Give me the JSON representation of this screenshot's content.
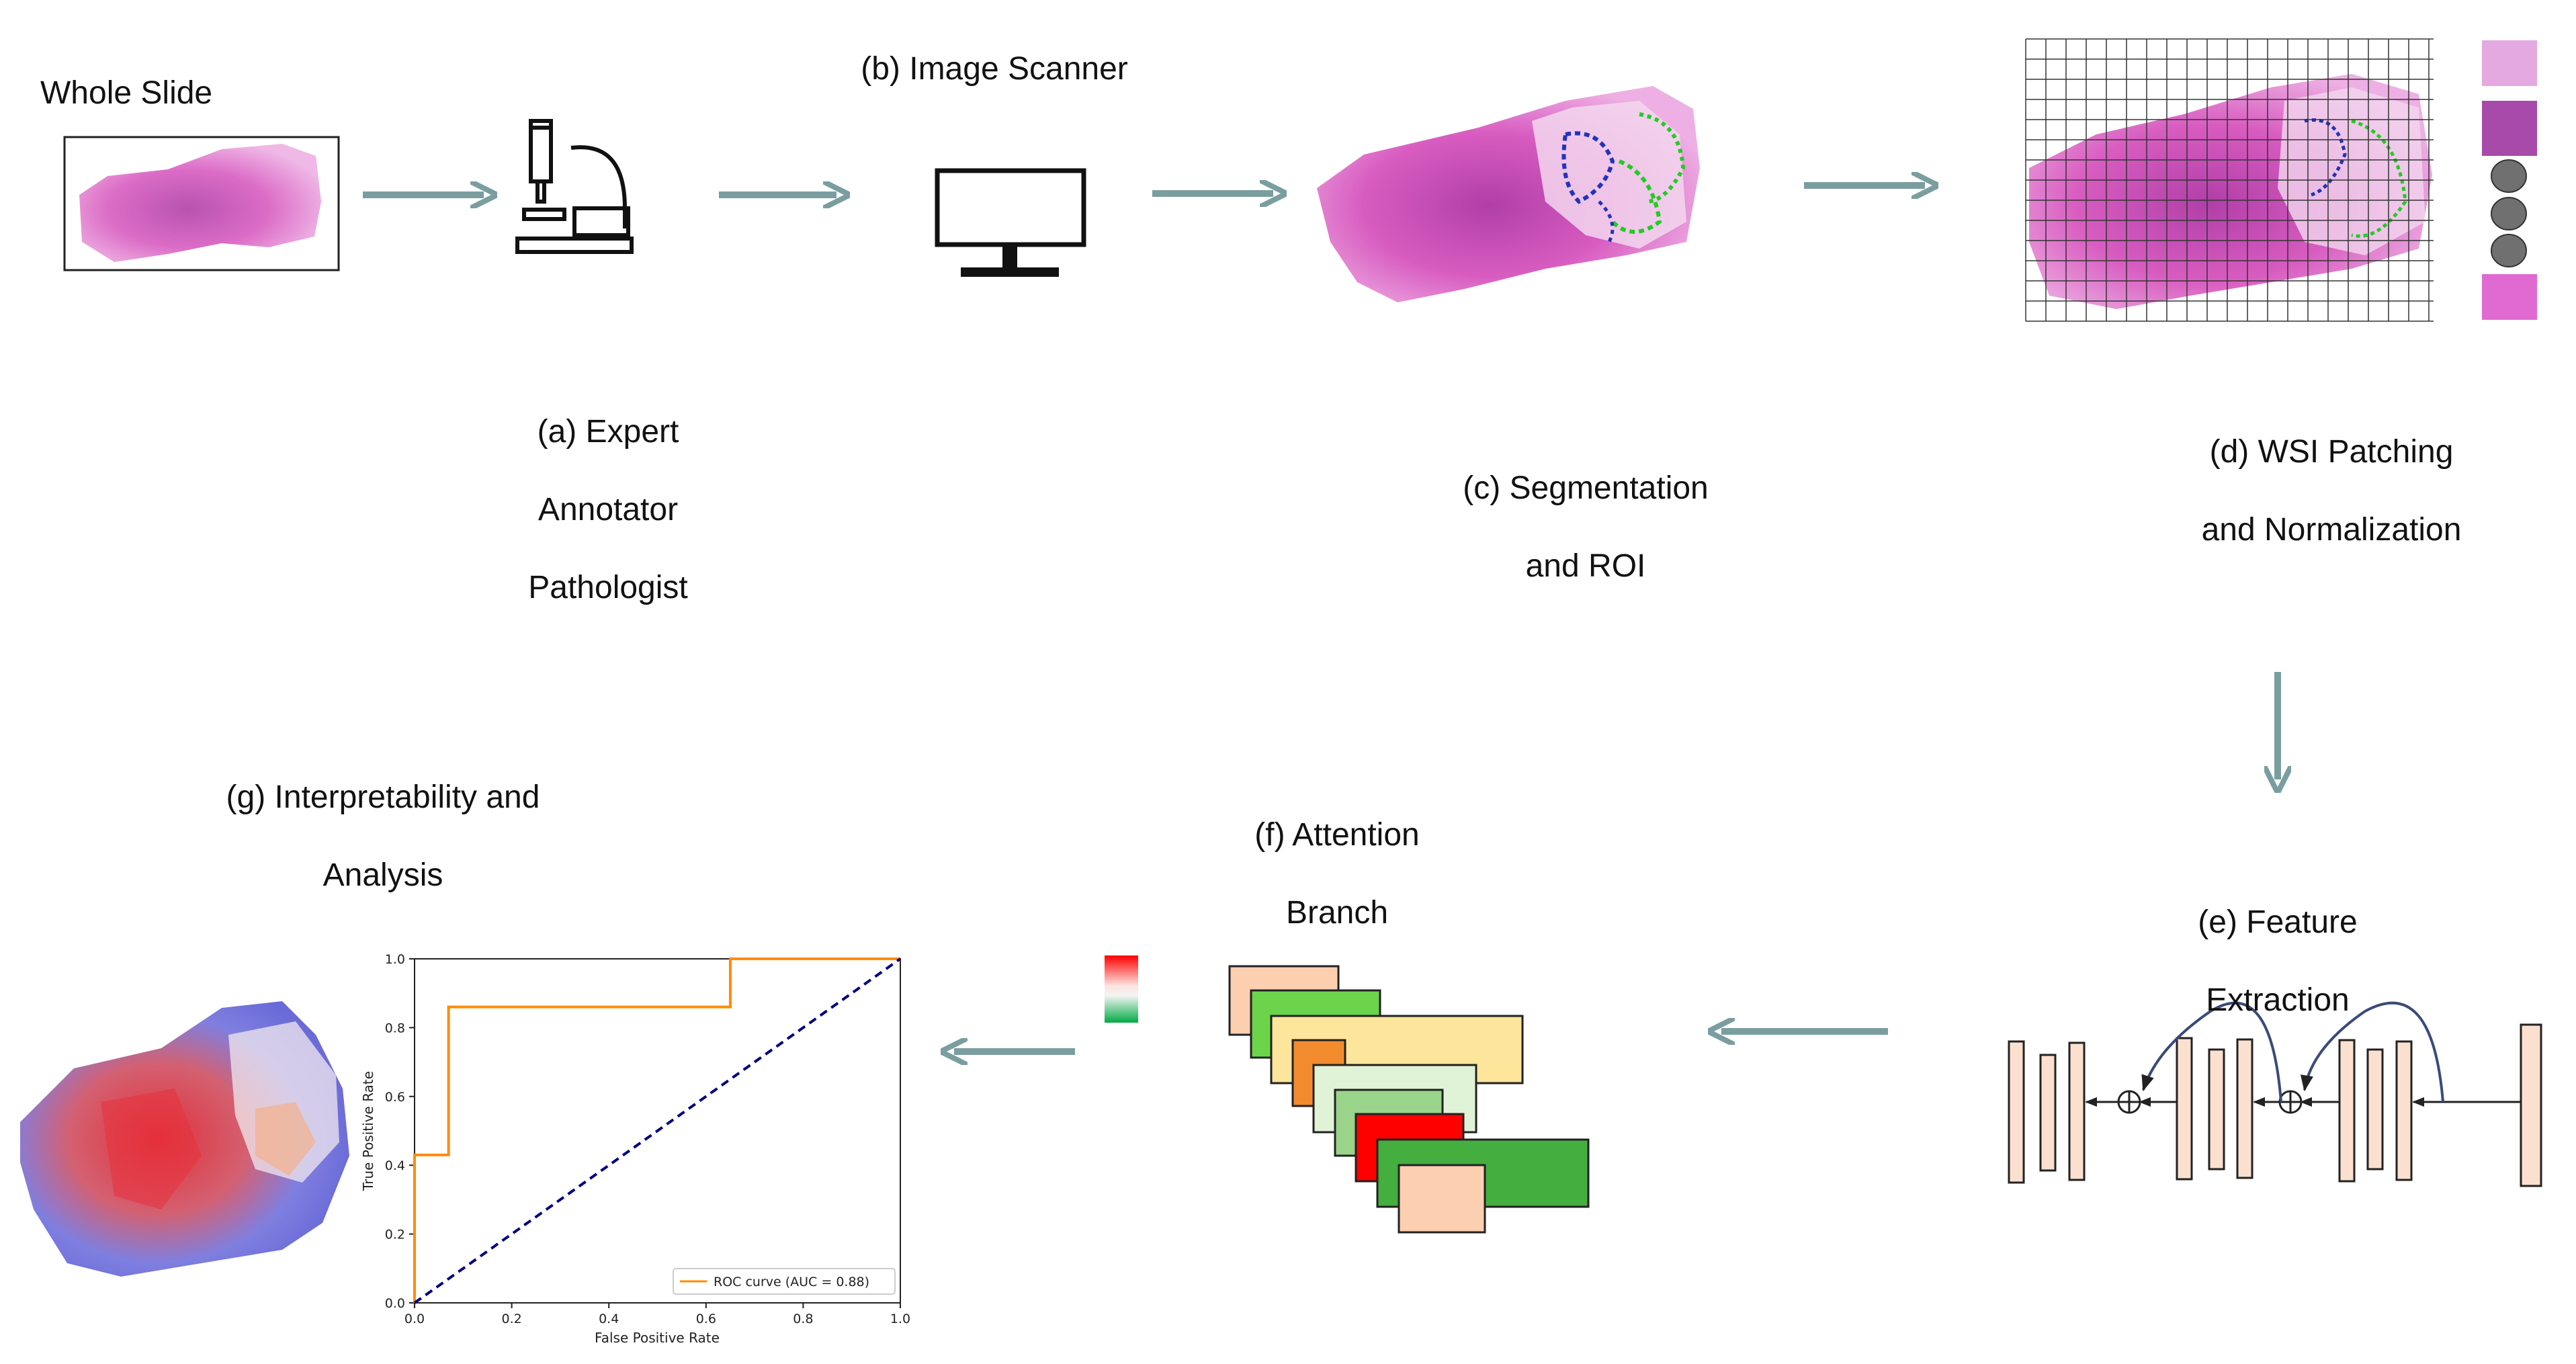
{
  "colors": {
    "arrow": "#7a9e9f",
    "tissue_pink": "#d85cc0",
    "tissue_light": "#eeb0e4",
    "annotation_green": "#22cc22",
    "annotation_blue": "#2233bb",
    "heat_red": "#e0303a",
    "heat_blue": "#6a6ad8",
    "block_peach": "#fbcfb0",
    "block_green": "#6cd44a",
    "block_yellow": "#fde59c",
    "block_orange": "#f28a2e",
    "block_pale": "#e1f3d6",
    "block_midgreen": "#9ad38a",
    "block_red": "#ff0000",
    "block_darkgreen": "#44ae3e",
    "roc_orange": "#ff8c00",
    "roc_diag": "#000080",
    "icon_dark": "#111111",
    "patch_grey": "#707070"
  },
  "labels": {
    "whole_slide": "Whole Slide",
    "image_scanner": "(b) Image Scanner",
    "expert": [
      "(a) Expert",
      "Annotator",
      "Pathologist"
    ],
    "segmentation": [
      "(c) Segmentation",
      "and ROI"
    ],
    "patching": [
      "(d) WSI Patching",
      "and Normalization"
    ],
    "feature": [
      "(e) Feature",
      "Extraction"
    ],
    "attention": [
      "(f) Attention",
      "Branch"
    ],
    "interpret": [
      "(g) Interpretability and",
      "Analysis"
    ]
  },
  "icons": {
    "microscope": "microscope-icon",
    "monitor": "monitor-icon",
    "sum": "circle-plus-icon"
  },
  "chart_data": {
    "type": "line",
    "xlabel": "False Positive Rate",
    "ylabel": "True Positive Rate",
    "xlim": [
      0.0,
      1.0
    ],
    "ylim": [
      0.0,
      1.0
    ],
    "xticks": [
      "0.0",
      "0.2",
      "0.4",
      "0.6",
      "0.8",
      "1.0"
    ],
    "yticks": [
      "0.0",
      "0.2",
      "0.4",
      "0.6",
      "0.8",
      "1.0"
    ],
    "grid": false,
    "legend_position": "lower-right",
    "series": [
      {
        "name": "ROC curve (AUC = 0.88)",
        "color": "#ff8c00",
        "style": "solid",
        "x": [
          0.0,
          0.0,
          0.07,
          0.07,
          0.65,
          0.65,
          1.0
        ],
        "y": [
          0.0,
          0.43,
          0.43,
          0.86,
          0.86,
          1.0,
          1.0
        ]
      },
      {
        "name": "",
        "color": "#000080",
        "style": "dashed",
        "x": [
          0.0,
          1.0
        ],
        "y": [
          0.0,
          1.0
        ]
      }
    ]
  }
}
